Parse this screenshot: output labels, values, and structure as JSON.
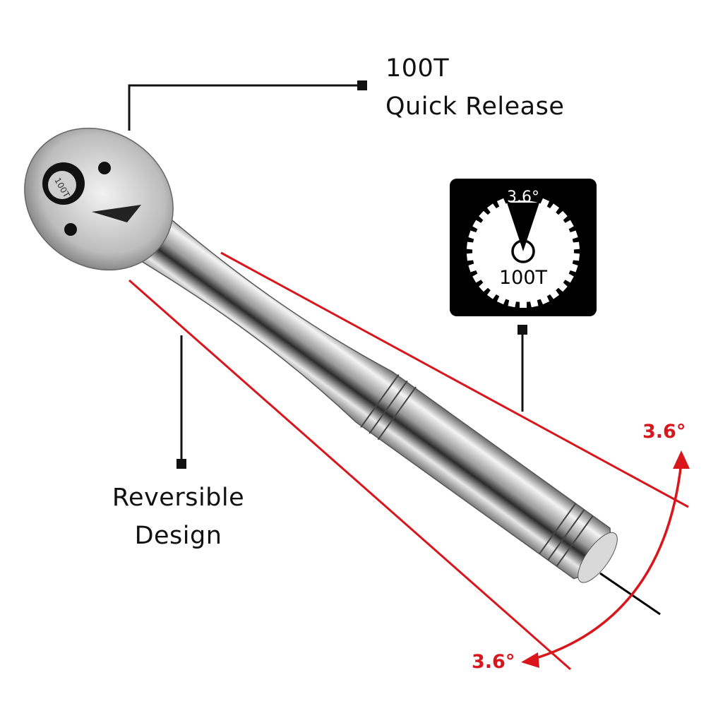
{
  "callouts": {
    "top_line1": "100T",
    "top_line2": "Quick Release",
    "left_line1": "Reversible",
    "left_line2": "Design"
  },
  "dial": {
    "angle_label": "3.6°",
    "teeth_label": "100T"
  },
  "angle_labels": {
    "upper": "3.6°",
    "lower": "3.6°"
  },
  "head_stamp": "100T",
  "colors": {
    "accent_red": "#d8161c",
    "dial_bg": "#000000",
    "chrome": "#c8c8c8"
  }
}
